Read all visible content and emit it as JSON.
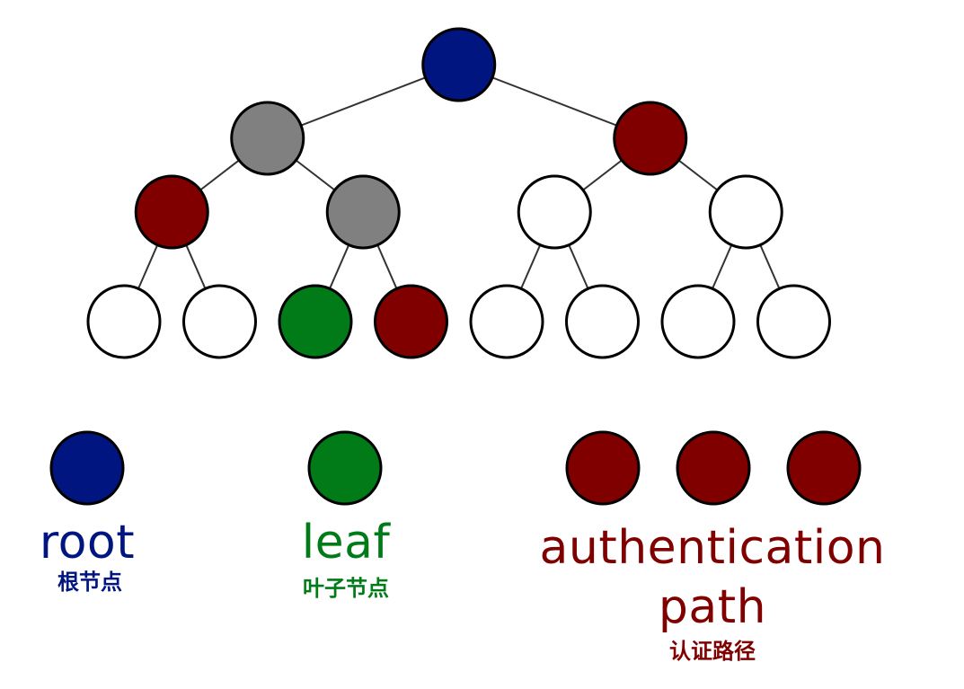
{
  "colors": {
    "root": "#00157f",
    "leaf": "#007b17",
    "path": "#800000",
    "internal": "#808080",
    "empty": "#ffffff",
    "stroke": "#000000",
    "edge": "#333333"
  },
  "tree": {
    "levels": [
      [
        "root"
      ],
      [
        "internal",
        "path"
      ],
      [
        "path",
        "internal",
        "empty",
        "empty"
      ],
      [
        "empty",
        "empty",
        "leaf",
        "path",
        "empty",
        "empty",
        "empty",
        "empty"
      ]
    ]
  },
  "legend": {
    "root": {
      "label": "root",
      "sublabel": "根节点"
    },
    "leaf": {
      "label": "leaf",
      "sublabel": "叶子节点"
    },
    "path": {
      "label_line1": "authentication",
      "label_line2": "path",
      "sublabel": "认证路径"
    }
  }
}
